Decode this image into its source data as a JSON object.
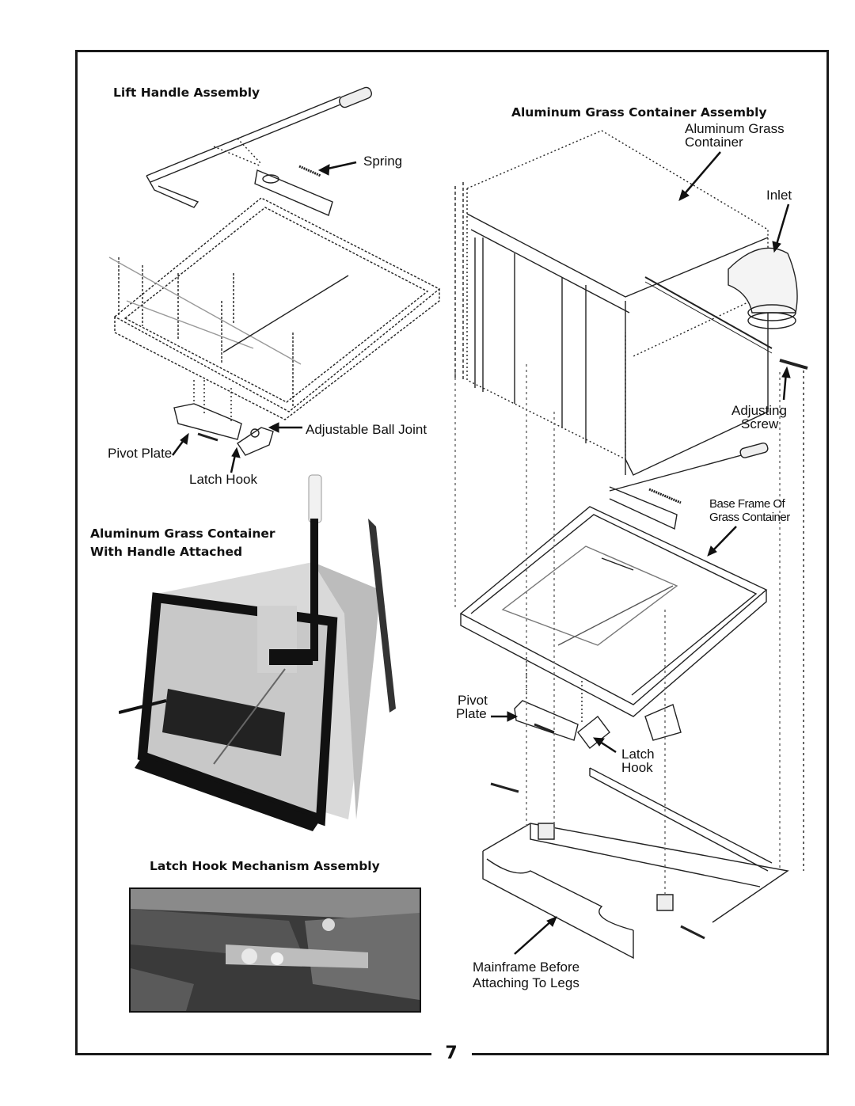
{
  "page_number": "7",
  "headings": {
    "lift_handle": "Lift Handle Assembly",
    "grass_container": "Aluminum Grass Container Assembly",
    "with_handle_line1": "Aluminum Grass Container",
    "with_handle_line2": "With Handle Attached",
    "latch_hook_mechanism": "Latch Hook Mechanism Assembly"
  },
  "callouts": {
    "spring": "Spring",
    "adjustable_ball_joint": "Adjustable Ball Joint",
    "pivot_plate_left": "Pivot Plate",
    "latch_hook_left": "Latch Hook",
    "aluminum_grass_container_1": "Aluminum Grass",
    "aluminum_grass_container_2": "Container",
    "inlet": "Inlet",
    "adjusting_screw_1": "Adjusting",
    "adjusting_screw_2": "Screw",
    "base_frame_1": "Base Frame Of",
    "base_frame_2": "Grass Container",
    "pivot_right_1": "Pivot",
    "pivot_right_2": "Plate",
    "latch_right_1": "Latch",
    "latch_right_2": "Hook",
    "mainframe_1": "Mainframe Before",
    "mainframe_2": "Attaching To Legs"
  }
}
